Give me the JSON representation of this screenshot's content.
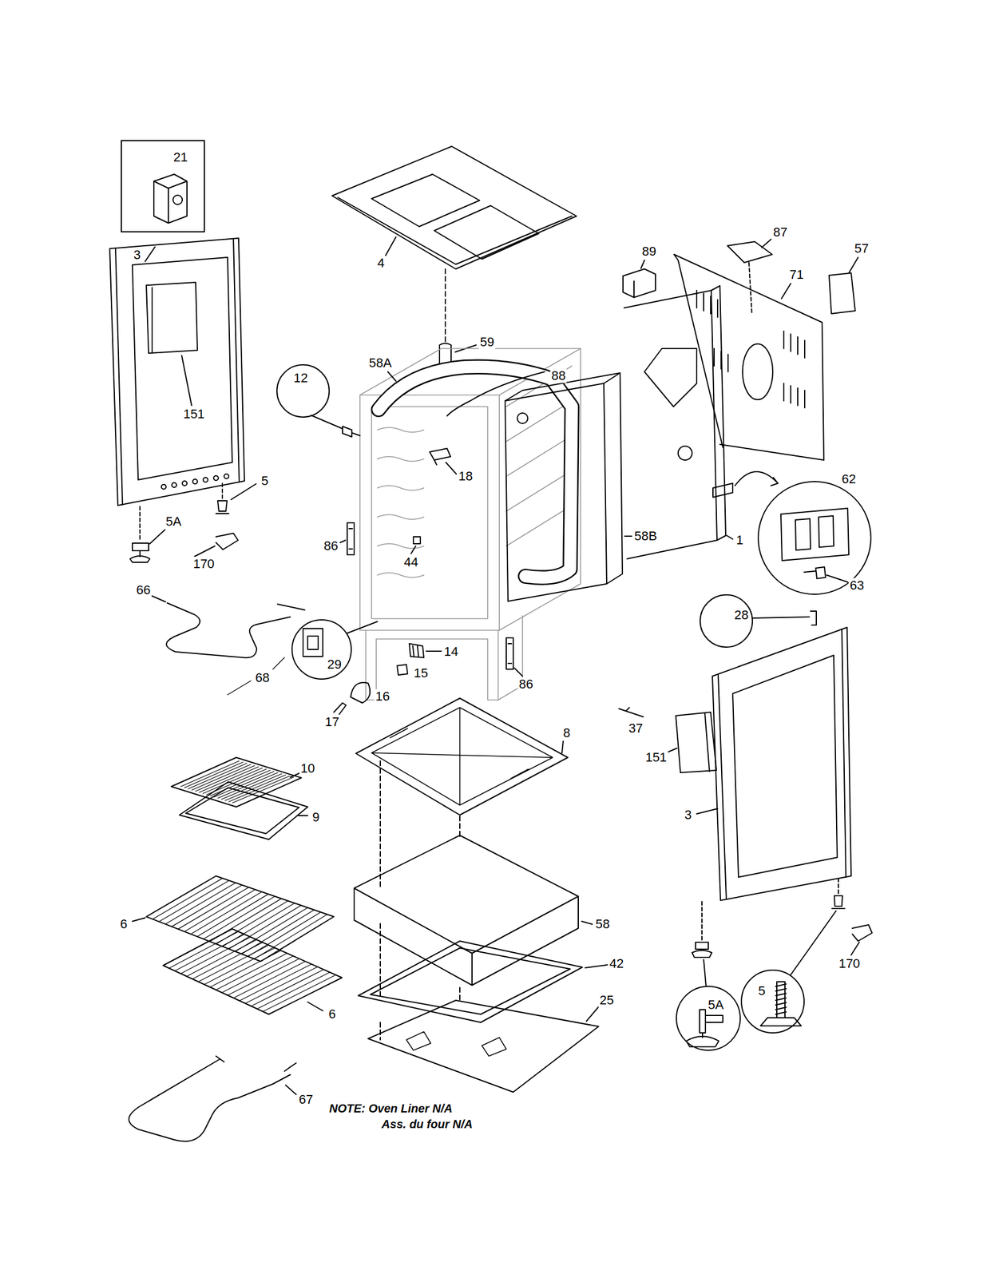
{
  "diagram": {
    "nodes": [
      {
        "text": [
          "21"
        ]
      },
      {
        "text": [
          "12"
        ]
      },
      {
        "text": [
          "62"
        ]
      },
      {
        "text": [
          "28"
        ]
      },
      {
        "text": [
          "29"
        ]
      },
      {
        "text": [
          "5"
        ]
      },
      {
        "text": [
          "5A"
        ]
      }
    ],
    "labels": [
      "3",
      "4",
      "89",
      "87",
      "71",
      "57",
      "59",
      "88",
      "58A",
      "151",
      "18",
      "5",
      "5A",
      "1",
      "58B",
      "86",
      "44",
      "170",
      "66",
      "63",
      "14",
      "15",
      "68",
      "86",
      "16",
      "17",
      "37",
      "8",
      "10",
      "151",
      "9",
      "3",
      "6",
      "58",
      "170",
      "42",
      "6",
      "25",
      "67",
      "NOTE: Oven Liner N/A",
      "Ass. du four N/A"
    ]
  }
}
